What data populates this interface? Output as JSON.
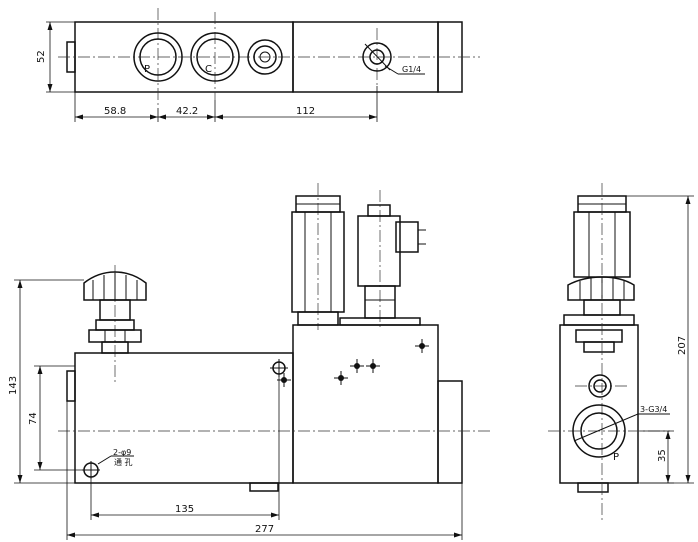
{
  "top_view": {
    "dims": {
      "height": "52",
      "d1": "58.8",
      "d2": "42.2",
      "d3": "112"
    },
    "ports": {
      "p": "P",
      "c": "C"
    },
    "thread": "G1/4"
  },
  "front_view": {
    "dims": {
      "h_total": "143",
      "h_mid": "74",
      "w_bottom": "135",
      "w_total": "277"
    },
    "hole_note": {
      "line1": "2-φ9",
      "line2": "通 孔"
    }
  },
  "side_view": {
    "dims": {
      "height": "207",
      "offset": "35"
    },
    "thread": "3-G3/4",
    "port": "P"
  }
}
